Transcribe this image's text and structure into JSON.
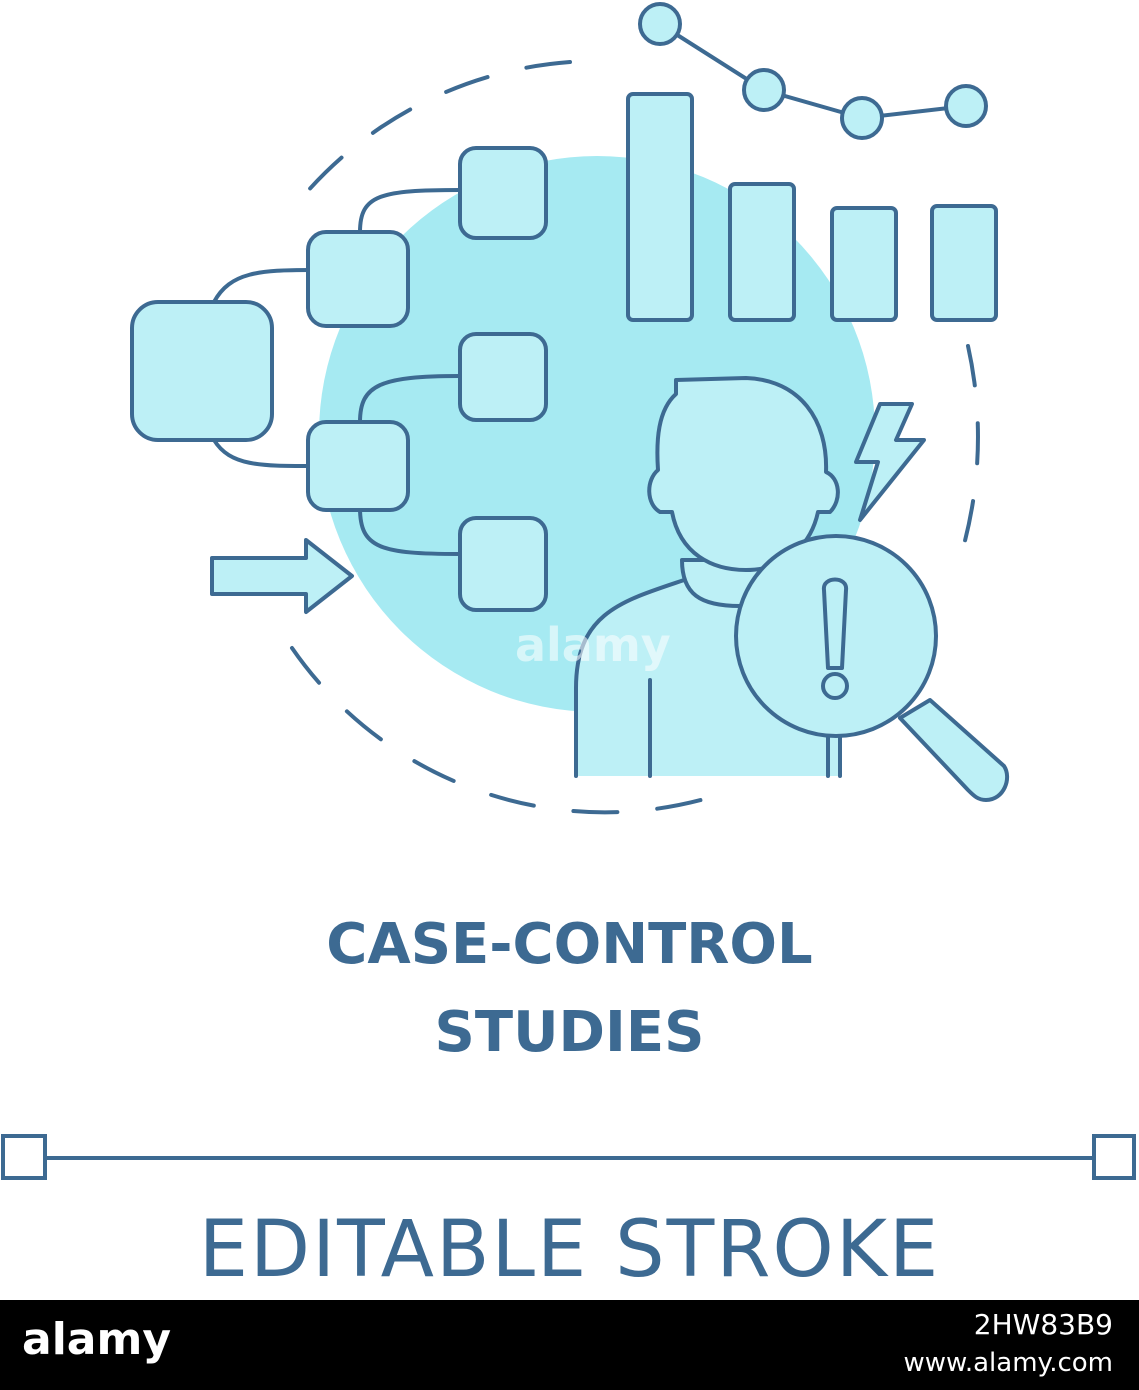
{
  "title": {
    "line1": "CASE-CONTROL",
    "line2": "STUDIES"
  },
  "subtitle": "EDITABLE STROKE",
  "watermark": "alamy",
  "footer": {
    "logo": "alamy",
    "image_id": "2HW83B9",
    "url": "www.alamy.com"
  },
  "colors": {
    "stroke": "#3d6a92",
    "fill_light": "#bdf0f6",
    "fill_circle": "#a6eaf2",
    "background": "#ffffff",
    "footer_bg": "#000000"
  },
  "icons": [
    "flowchart-icon",
    "bar-chart-icon",
    "line-chart-icon",
    "arrow-right-icon",
    "person-icon",
    "lightning-icon",
    "magnifier-warning-icon"
  ]
}
